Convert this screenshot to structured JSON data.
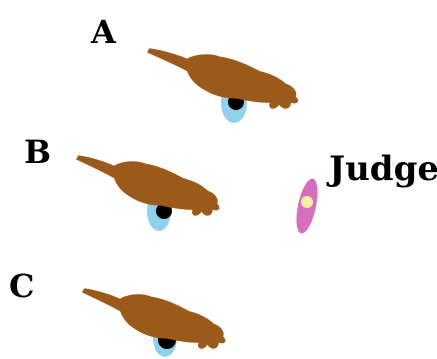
{
  "labels": {
    "a": "A",
    "b": "B",
    "c": "C",
    "judge": "Judge"
  },
  "colors": {
    "fur": "#9b5a1a",
    "fur_dark": "#7f4712",
    "target_ring": "#8fd0ec",
    "target_dot": "#000000",
    "judge_body": "#d46fbe",
    "judge_center": "#f4f0a3"
  },
  "icons": {
    "animal": "rat-silhouette-icon",
    "target": "target-spot-icon",
    "judge": "judge-figure-icon"
  }
}
